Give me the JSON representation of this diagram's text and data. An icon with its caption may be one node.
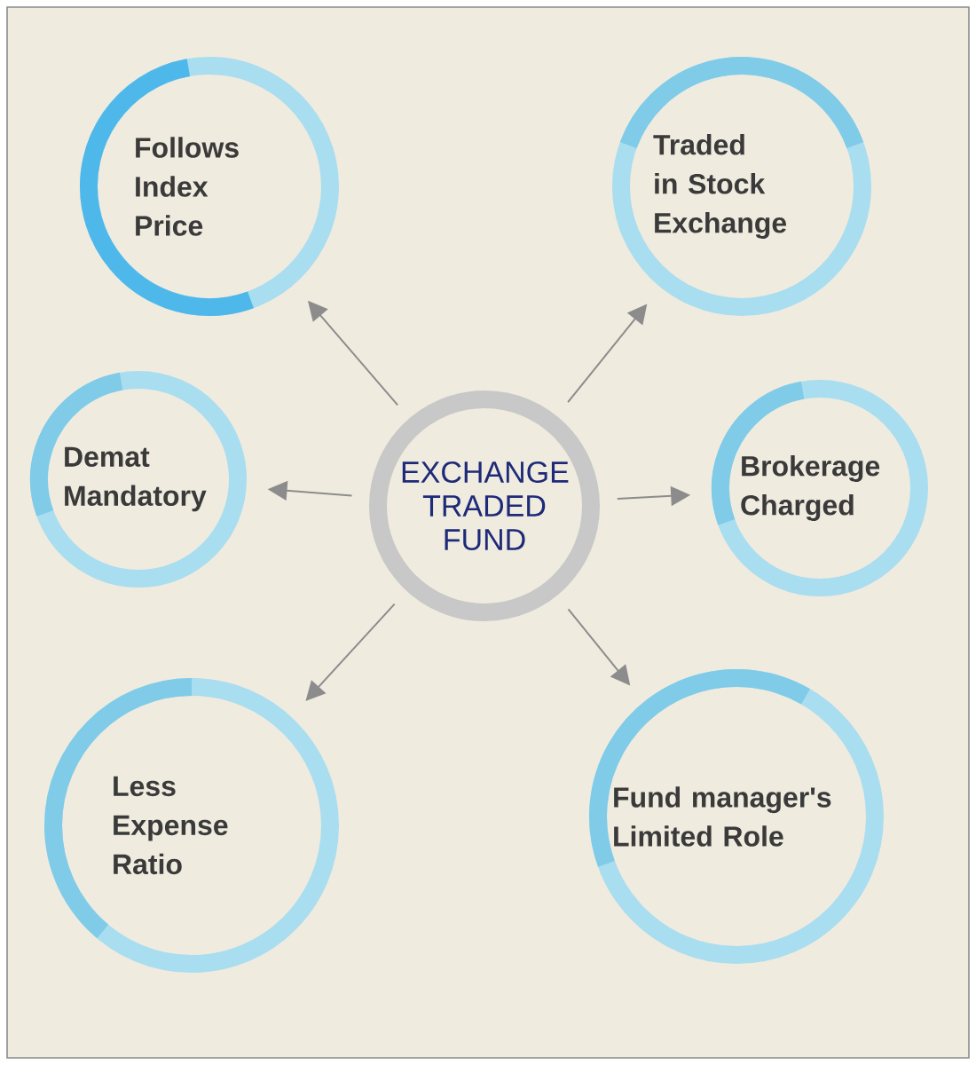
{
  "diagram": {
    "nodes": [
      {
        "text": [
          "EXCHANGE TRADED FUND"
        ]
      },
      {
        "text": [
          "Follows Index Price"
        ]
      },
      {
        "text": [
          "Traded in Stock Exchange"
        ]
      },
      {
        "text": [
          "Demat Mandatory"
        ]
      },
      {
        "text": [
          "Brokerage Charged"
        ]
      },
      {
        "text": [
          "Less Expense Ratio"
        ]
      },
      {
        "text": [
          "Fund manager's Limited Role"
        ]
      }
    ],
    "edges": [
      {
        "from": 0,
        "to": 1,
        "arrow": "to"
      },
      {
        "from": 0,
        "to": 2,
        "arrow": "to"
      },
      {
        "from": 0,
        "to": 3,
        "arrow": "to"
      },
      {
        "from": 0,
        "to": 4,
        "arrow": "to"
      },
      {
        "from": 0,
        "to": 5,
        "arrow": "to"
      },
      {
        "from": 0,
        "to": 6,
        "arrow": "to"
      }
    ]
  }
}
